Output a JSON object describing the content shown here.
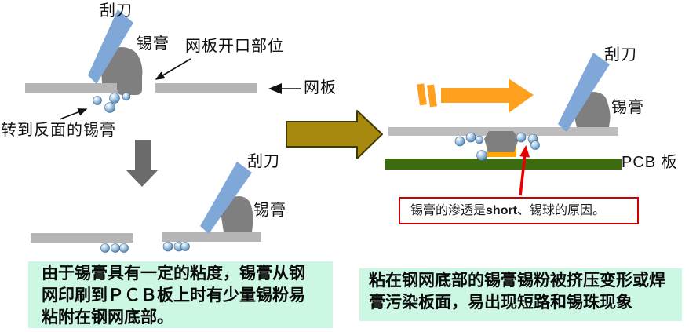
{
  "labels": {
    "squeegee_top_left": "刮刀",
    "paste_top_left": "锡膏",
    "stencil_opening": "网板开口部位",
    "stencil": "网板",
    "transferred_paste": "转到反面的锡膏",
    "squeegee_bottom_left": "刮刀",
    "paste_bottom_left": "锡膏",
    "squeegee_right": "刮刀",
    "paste_right": "锡膏",
    "pcb_board": "PCB 板"
  },
  "callout": {
    "part1": "锡膏的渗透是",
    "bold": "short",
    "part2": "、锡球的原因。"
  },
  "notes": {
    "left": "由于锡膏具有一定的粘度，锡膏从钢网印刷到ＰＣＢ板上时有少量锡粉易粘附在钢网底部。",
    "right": "粘在钢网底部的锡膏锡粉被挤压变形或焊膏污染板面，易出现短路和锡珠现象"
  },
  "colors": {
    "squeegee_blue": "#7fa8d9",
    "solder_paste_gray": "#7f7f7f",
    "stencil_gray": "#b5b5b5",
    "transition_arrow_gray": "#6b6b6b",
    "process_arrow_olive": "#a8890f",
    "motion_arrow_orange": "#ffa01e",
    "pad_orange": "#ffa500",
    "pcb_green": "#3c6b10",
    "solder_ball_blue": "#6d9cc4",
    "note_background": "#ccf8e3",
    "callout_red": "#cc0000"
  }
}
